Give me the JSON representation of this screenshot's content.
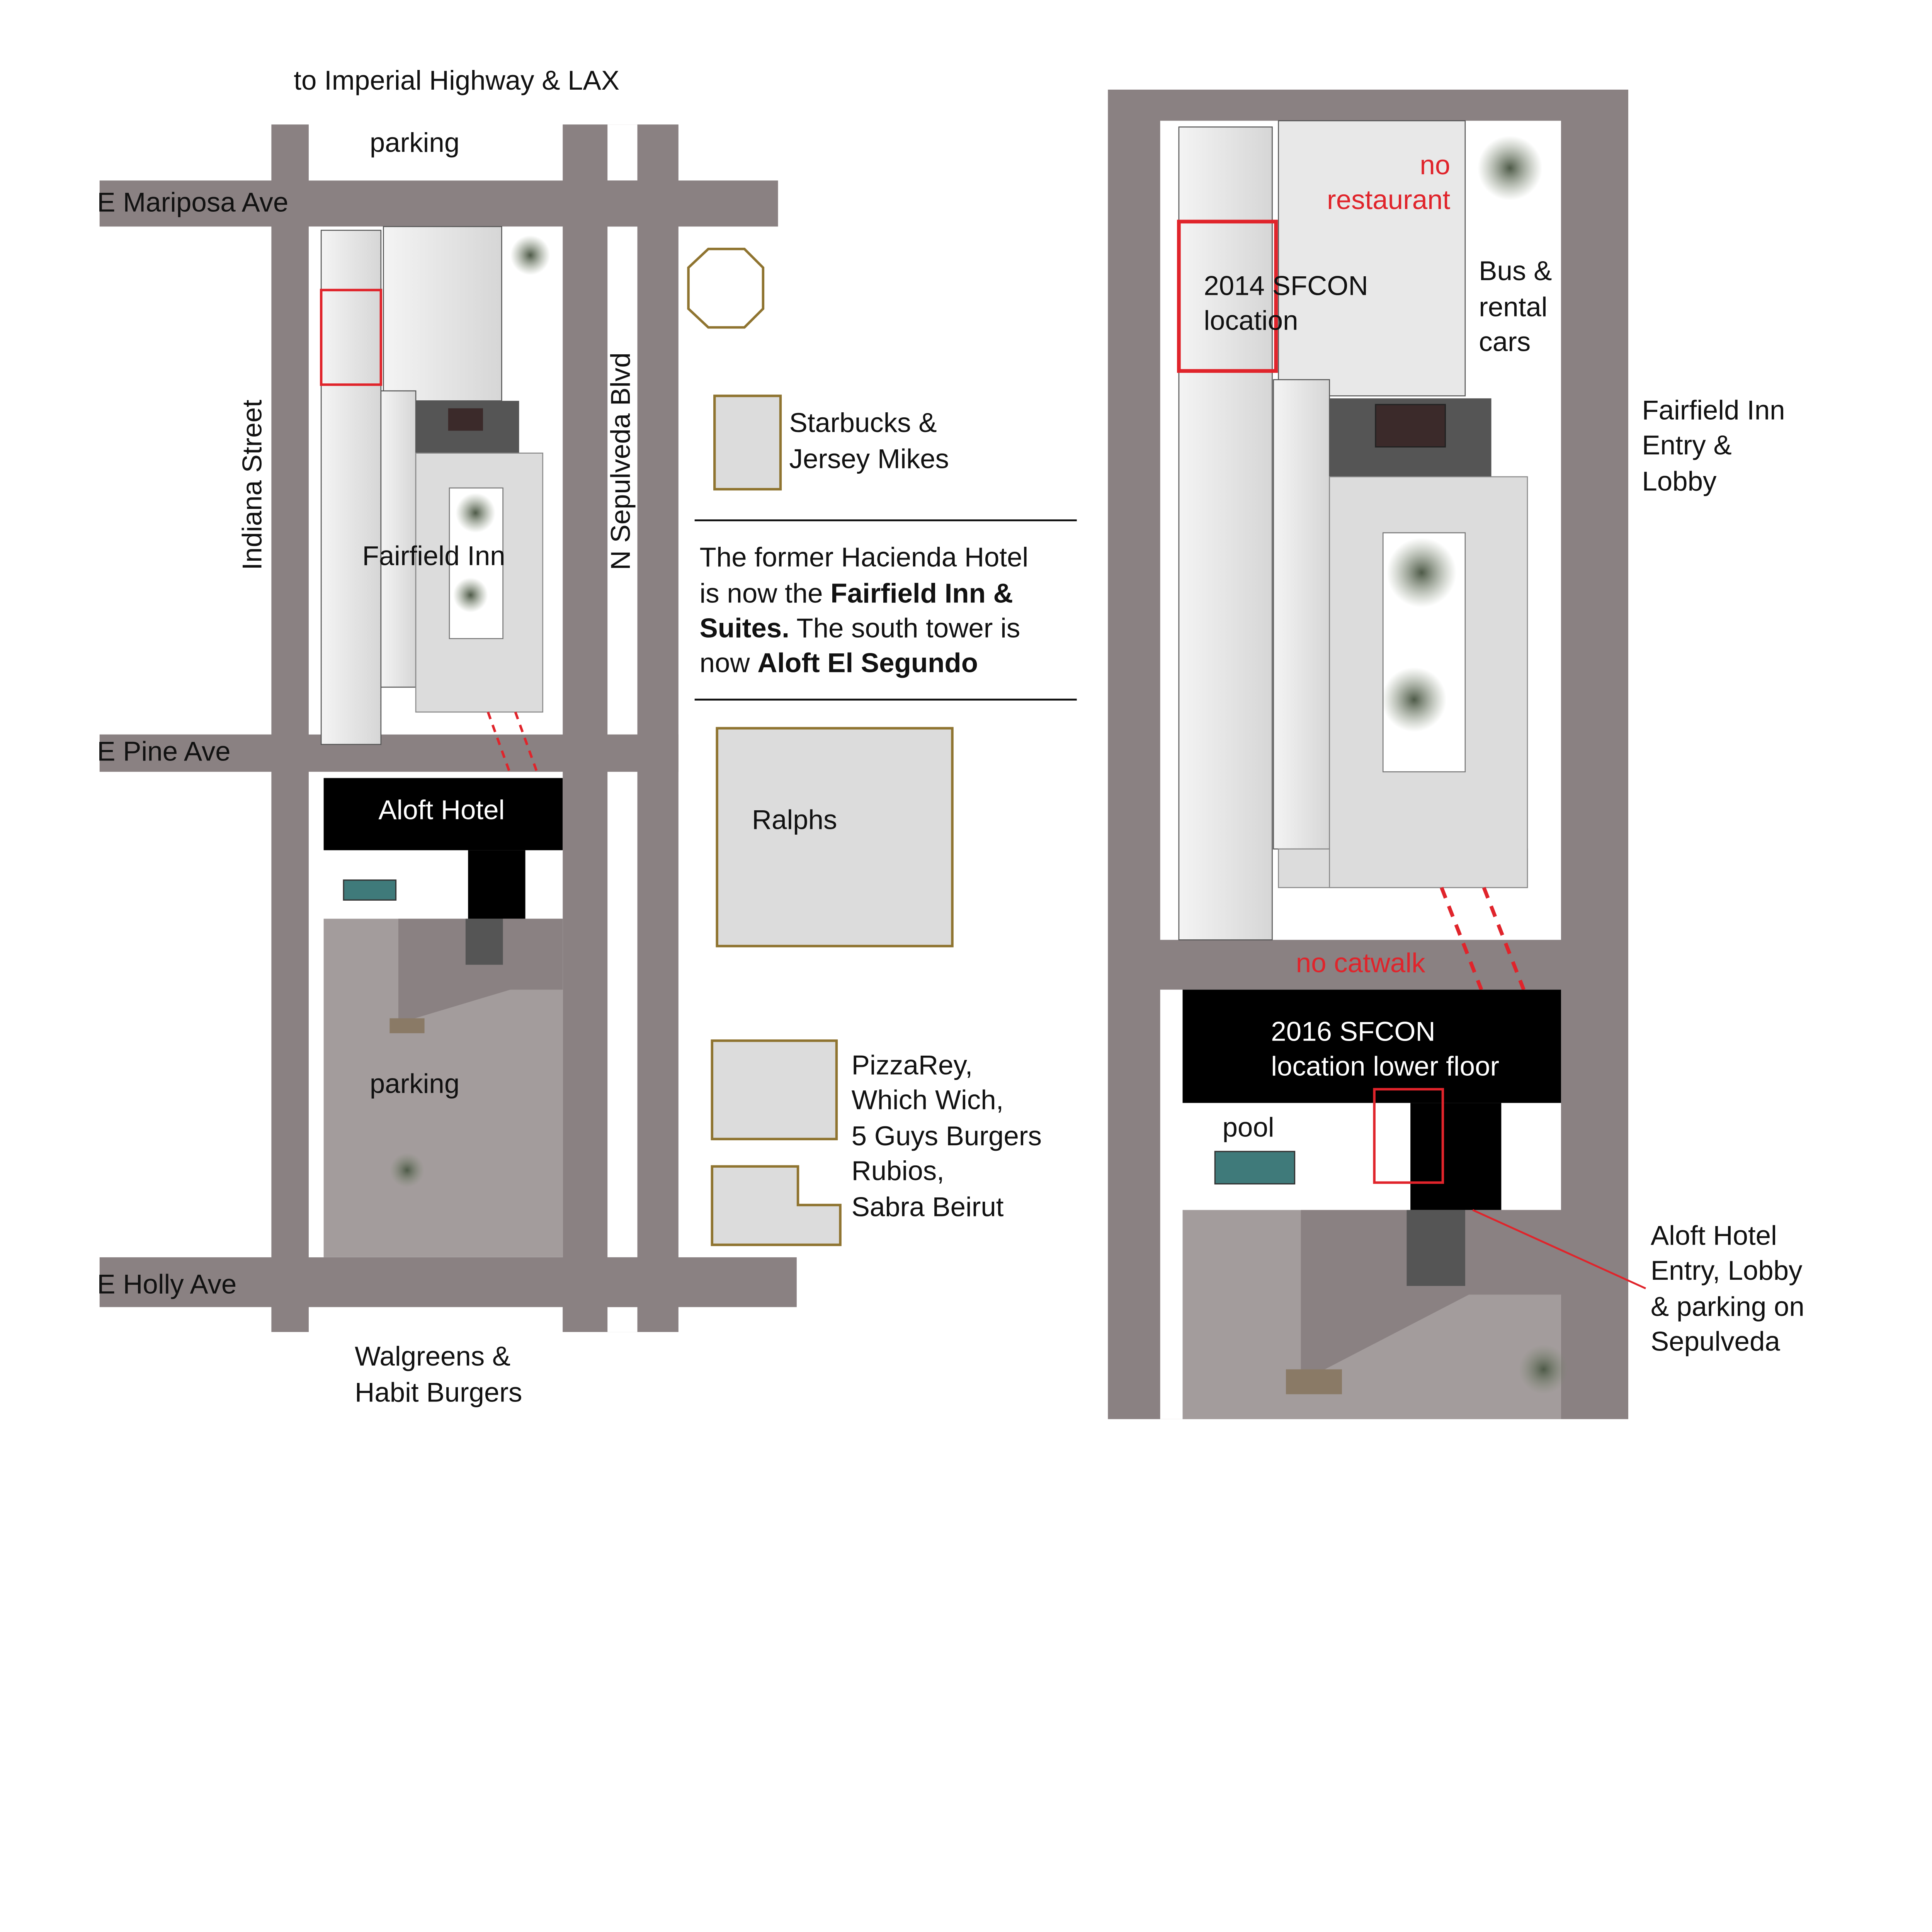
{
  "colors": {
    "road": "#8a8182",
    "building": "#dcdcdc",
    "highlight": "#e0242b",
    "outline": "#8f7430",
    "parking": "#a39c9c"
  },
  "left_map": {
    "north_label": "to Imperial Highway & LAX",
    "top_parking": "parking",
    "streets": {
      "mariposa": "E Mariposa Ave",
      "indiana": "Indiana Street",
      "sepulveda": "N Sepulveda Blvd",
      "pine": "E Pine Ave",
      "holly": "E Holly Ave"
    },
    "fairfield": "Fairfield Inn",
    "aloft": "Aloft Hotel",
    "aloft_parking": "parking",
    "south_label": [
      "Walgreens &",
      "Habit Burgers"
    ]
  },
  "legend": {
    "starbucks": [
      "Starbucks &",
      "Jersey Mikes"
    ],
    "note": {
      "line1": "The former Hacienda Hotel",
      "line2_a": "is now the ",
      "line2_b": "Fairfield Inn &",
      "line3_a": "Suites.",
      "line3_b": " The south tower is",
      "line4_a": "now ",
      "line4_b": "Aloft El Segundo"
    },
    "ralphs": "Ralphs",
    "food": [
      "PizzaRey,",
      "Which Wich,",
      "5 Guys Burgers",
      "Rubios,",
      "Sabra Beirut"
    ]
  },
  "right_map": {
    "no_restaurant": [
      "no",
      "restaurant"
    ],
    "sfcon_2014": [
      "2014 SFCON",
      "location"
    ],
    "bus": [
      "Bus &",
      "rental",
      "cars"
    ],
    "fairfield_entry": [
      "Fairfield Inn",
      "Entry &",
      "Lobby"
    ],
    "no_catwalk": "no catwalk",
    "sfcon_2016": [
      "2016 SFCON",
      "location lower floor"
    ],
    "pool": "pool",
    "aloft_entry": [
      "Aloft Hotel",
      "Entry, Lobby",
      "& parking on",
      "Sepulveda"
    ]
  }
}
